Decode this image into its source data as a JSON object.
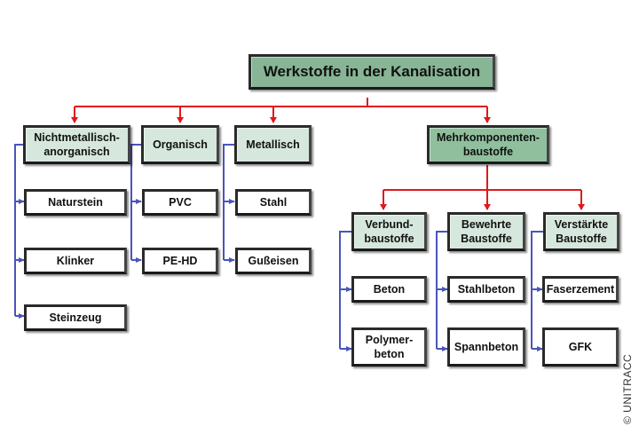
{
  "diagram": {
    "title": "Werkstoffe in der Kanalisation",
    "colors": {
      "main_connector": "#e0191c",
      "sub_connector": "#4a55b8",
      "root_fill": "#87b595",
      "category_fill": "#d6e7dd",
      "leaf_fill": "#ffffff"
    },
    "categories": [
      {
        "label": "Nichtmetallisch-\nanorganisch",
        "children": [
          "Naturstein",
          "Klinker",
          "Steinzeug"
        ]
      },
      {
        "label": "Organisch",
        "children": [
          "PVC",
          "PE-HD"
        ]
      },
      {
        "label": "Metallisch",
        "children": [
          "Stahl",
          "Gußeisen"
        ]
      },
      {
        "label": "Mehrkomponenten-\nbaustoffe",
        "subcategories": [
          {
            "label": "Verbund-\nbaustoffe",
            "children": [
              "Beton",
              "Polymer-\nbeton"
            ]
          },
          {
            "label": "Bewehrte\nBaustoffe",
            "children": [
              "Stahlbeton",
              "Spannbeton"
            ]
          },
          {
            "label": "Verstärkte\nBaustoffe",
            "children": [
              "Faserzement",
              "GFK"
            ]
          }
        ]
      }
    ],
    "copyright": "© UNITRACC"
  }
}
